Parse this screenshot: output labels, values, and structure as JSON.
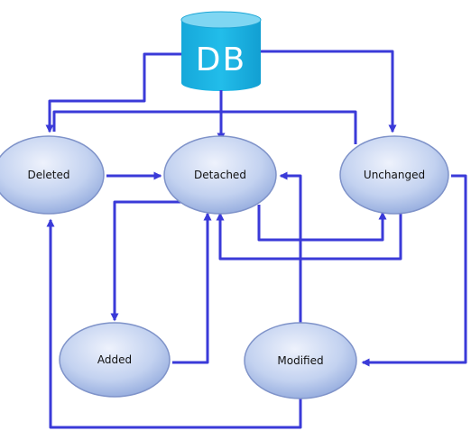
{
  "db": {
    "label": "DB"
  },
  "nodes": {
    "deleted": "Deleted",
    "detached": "Detached",
    "unchanged": "Unchanged",
    "added": "Added",
    "modified": "Modified"
  },
  "colors": {
    "arrow": "#3a3ad8",
    "db_fill": "#1bb4e4",
    "db_top": "#7fd6f2",
    "node_fill_light": "#e6ecfa",
    "node_fill_dark": "#9db4e2",
    "node_stroke": "#7f93c9"
  }
}
